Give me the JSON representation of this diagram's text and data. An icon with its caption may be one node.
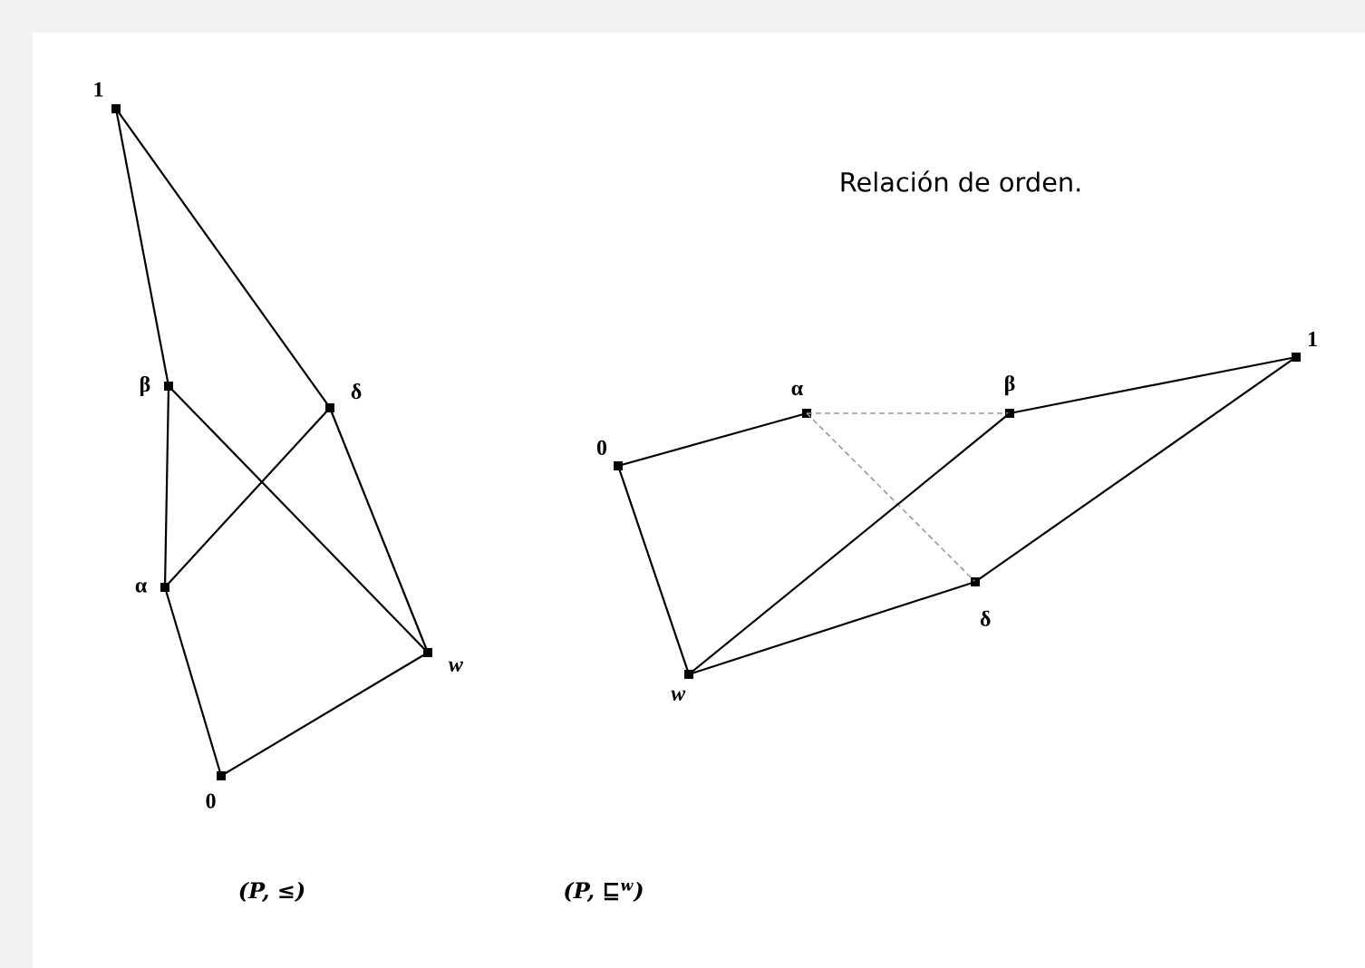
{
  "diagram": {
    "nodes": [
      {
        "text": [
          "1"
        ]
      },
      {
        "text": [
          "β"
        ]
      },
      {
        "text": [
          "δ"
        ]
      },
      {
        "text": [
          "α"
        ]
      },
      {
        "text": [
          "w"
        ]
      },
      {
        "text": [
          "0"
        ]
      },
      {
        "text": [
          "α"
        ]
      },
      {
        "text": [
          "β"
        ]
      },
      {
        "text": [
          "1"
        ]
      },
      {
        "text": [
          "0"
        ]
      },
      {
        "text": [
          "δ"
        ]
      },
      {
        "text": [
          "w"
        ]
      }
    ],
    "edges": [
      {
        "from": 0,
        "to": 1,
        "arrow": "none"
      },
      {
        "from": 0,
        "to": 2,
        "arrow": "none"
      },
      {
        "from": 1,
        "to": 3,
        "arrow": "none"
      },
      {
        "from": 1,
        "to": 4,
        "arrow": "none"
      },
      {
        "from": 2,
        "to": 3,
        "arrow": "none"
      },
      {
        "from": 2,
        "to": 4,
        "arrow": "none"
      },
      {
        "from": 3,
        "to": 5,
        "arrow": "none"
      },
      {
        "from": 4,
        "to": 5,
        "arrow": "none"
      },
      {
        "from": 9,
        "to": 6,
        "arrow": "none"
      },
      {
        "from": 6,
        "to": 7,
        "arrow": "none",
        "style": "dashed",
        "color": "#999999"
      },
      {
        "from": 6,
        "to": 10,
        "arrow": "none",
        "style": "dashed",
        "color": "#999999"
      },
      {
        "from": 7,
        "to": 8,
        "arrow": "none"
      },
      {
        "from": 8,
        "to": 10,
        "arrow": "none"
      },
      {
        "from": 9,
        "to": 11,
        "arrow": "none"
      },
      {
        "from": 11,
        "to": 7,
        "arrow": "none"
      },
      {
        "from": 11,
        "to": 10,
        "arrow": "none"
      }
    ],
    "labels": [
      "Relación de orden.",
      "(P, ≤)",
      "(P, ⊑$^{w}$)"
    ]
  }
}
